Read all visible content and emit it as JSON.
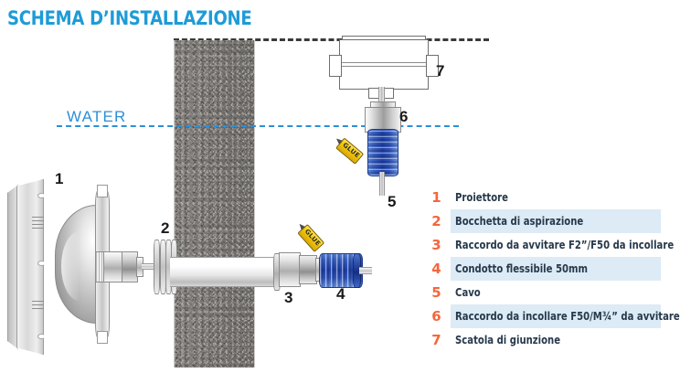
{
  "title": "SCHEMA D’INSTALLAZIONE",
  "diagram": {
    "water_label": "WATER",
    "callouts": [
      {
        "id": "callout-1",
        "label": "1"
      },
      {
        "id": "callout-2",
        "label": "2"
      },
      {
        "id": "callout-3",
        "label": "3"
      },
      {
        "id": "callout-4",
        "label": "4"
      },
      {
        "id": "callout-5",
        "label": "5"
      },
      {
        "id": "callout-6",
        "label": "6"
      },
      {
        "id": "callout-7",
        "label": "7"
      }
    ],
    "glue_labels": [
      "GLUE",
      "GLUE"
    ],
    "colors": {
      "title_blue": "#1E9BD7",
      "water_blue": "#2E8FD6",
      "hose_blue": "#1F40A8",
      "legend_number_orange": "#F4663D",
      "legend_text_navy": "#27394B",
      "legend_stripe": "#DCEBF5",
      "wall_concrete": "#7B7874",
      "glue_yellow": "#F2C80D"
    }
  },
  "legend": {
    "rows": [
      {
        "num": "1",
        "text": "Proiettore"
      },
      {
        "num": "2",
        "text": "Bocchetta di aspirazione"
      },
      {
        "num": "3",
        "text": "Raccordo da avvitare F2”/F50 da incollare"
      },
      {
        "num": "4",
        "text": "Condotto flessibile 50mm"
      },
      {
        "num": "5",
        "text": "Cavo"
      },
      {
        "num": "6",
        "text": "Raccordo da incollare F50/M¾” da avvitare"
      },
      {
        "num": "7",
        "text": "Scatola di giunzione"
      }
    ]
  }
}
